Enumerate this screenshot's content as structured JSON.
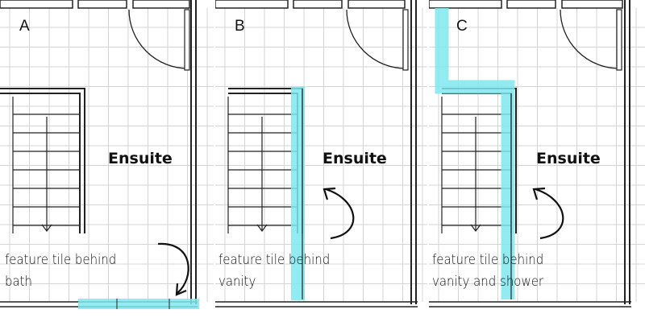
{
  "panels": [
    {
      "letter": "A",
      "room": "Ensuite",
      "note_lines": [
        "feature tile behind",
        "bath"
      ]
    },
    {
      "letter": "B",
      "room": "Ensuite",
      "note_lines": [
        "feature tile behind",
        "vanity"
      ]
    },
    {
      "letter": "C",
      "room": "Ensuite",
      "note_lines": [
        "feature tile behind",
        "vanity and shower"
      ]
    }
  ],
  "colors": {
    "highlight": "#7ee8ef",
    "grid": "#d4d4d4",
    "wall": "#222222",
    "background": "#ffffff"
  }
}
